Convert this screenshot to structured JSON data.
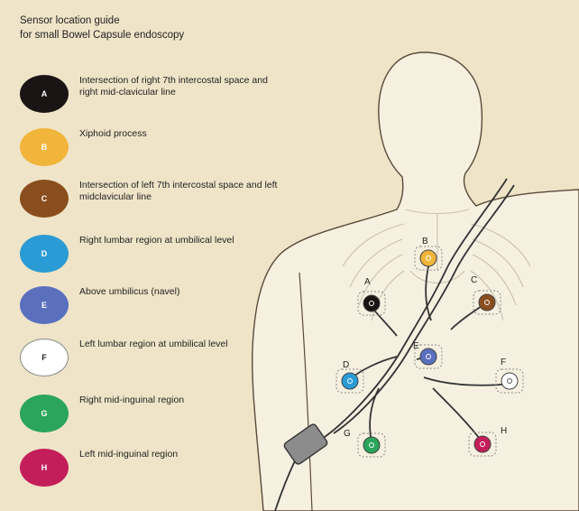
{
  "title": {
    "line1": "Sensor location guide",
    "line2": "for small Bowel Capsule endoscopy"
  },
  "legend": [
    {
      "letter": "A",
      "color": "#1a1414",
      "text_color": "#ffffff",
      "description": "Intersection of right 7th intercostal space and right mid-clavicular line"
    },
    {
      "letter": "B",
      "color": "#f0b53a",
      "text_color": "#ffffff",
      "description": "Xiphoid process"
    },
    {
      "letter": "C",
      "color": "#8a4e1e",
      "text_color": "#ffffff",
      "description": "Intersection of left 7th intercostal space and left midclavicular line"
    },
    {
      "letter": "D",
      "color": "#2a9bd4",
      "text_color": "#ffffff",
      "description": "Right lumbar region at umbilical level"
    },
    {
      "letter": "E",
      "color": "#5b6fbf",
      "text_color": "#ffffff",
      "description": "Above umbilicus (navel)"
    },
    {
      "letter": "F",
      "color": "#ffffff",
      "text_color": "#222222",
      "description": "Left lumbar region at umbilical level"
    },
    {
      "letter": "G",
      "color": "#2aa55a",
      "text_color": "#ffffff",
      "description": "Right mid-inguinal region"
    },
    {
      "letter": "H",
      "color": "#c41e5a",
      "text_color": "#ffffff",
      "description": "Left mid-inguinal region"
    }
  ],
  "body_markers": [
    {
      "letter": "A",
      "color": "#1a1414"
    },
    {
      "letter": "B",
      "color": "#f0b53a"
    },
    {
      "letter": "C",
      "color": "#8a4e1e"
    },
    {
      "letter": "D",
      "color": "#2a9bd4"
    },
    {
      "letter": "E",
      "color": "#5b6fbf"
    },
    {
      "letter": "F",
      "color": "#ffffff"
    },
    {
      "letter": "G",
      "color": "#2aa55a"
    },
    {
      "letter": "H",
      "color": "#c41e5a"
    }
  ],
  "colors": {
    "background": "#efe4c8",
    "body_fill": "#f6f0e0",
    "outline": "#5a4a3a",
    "wire": "#333333"
  }
}
